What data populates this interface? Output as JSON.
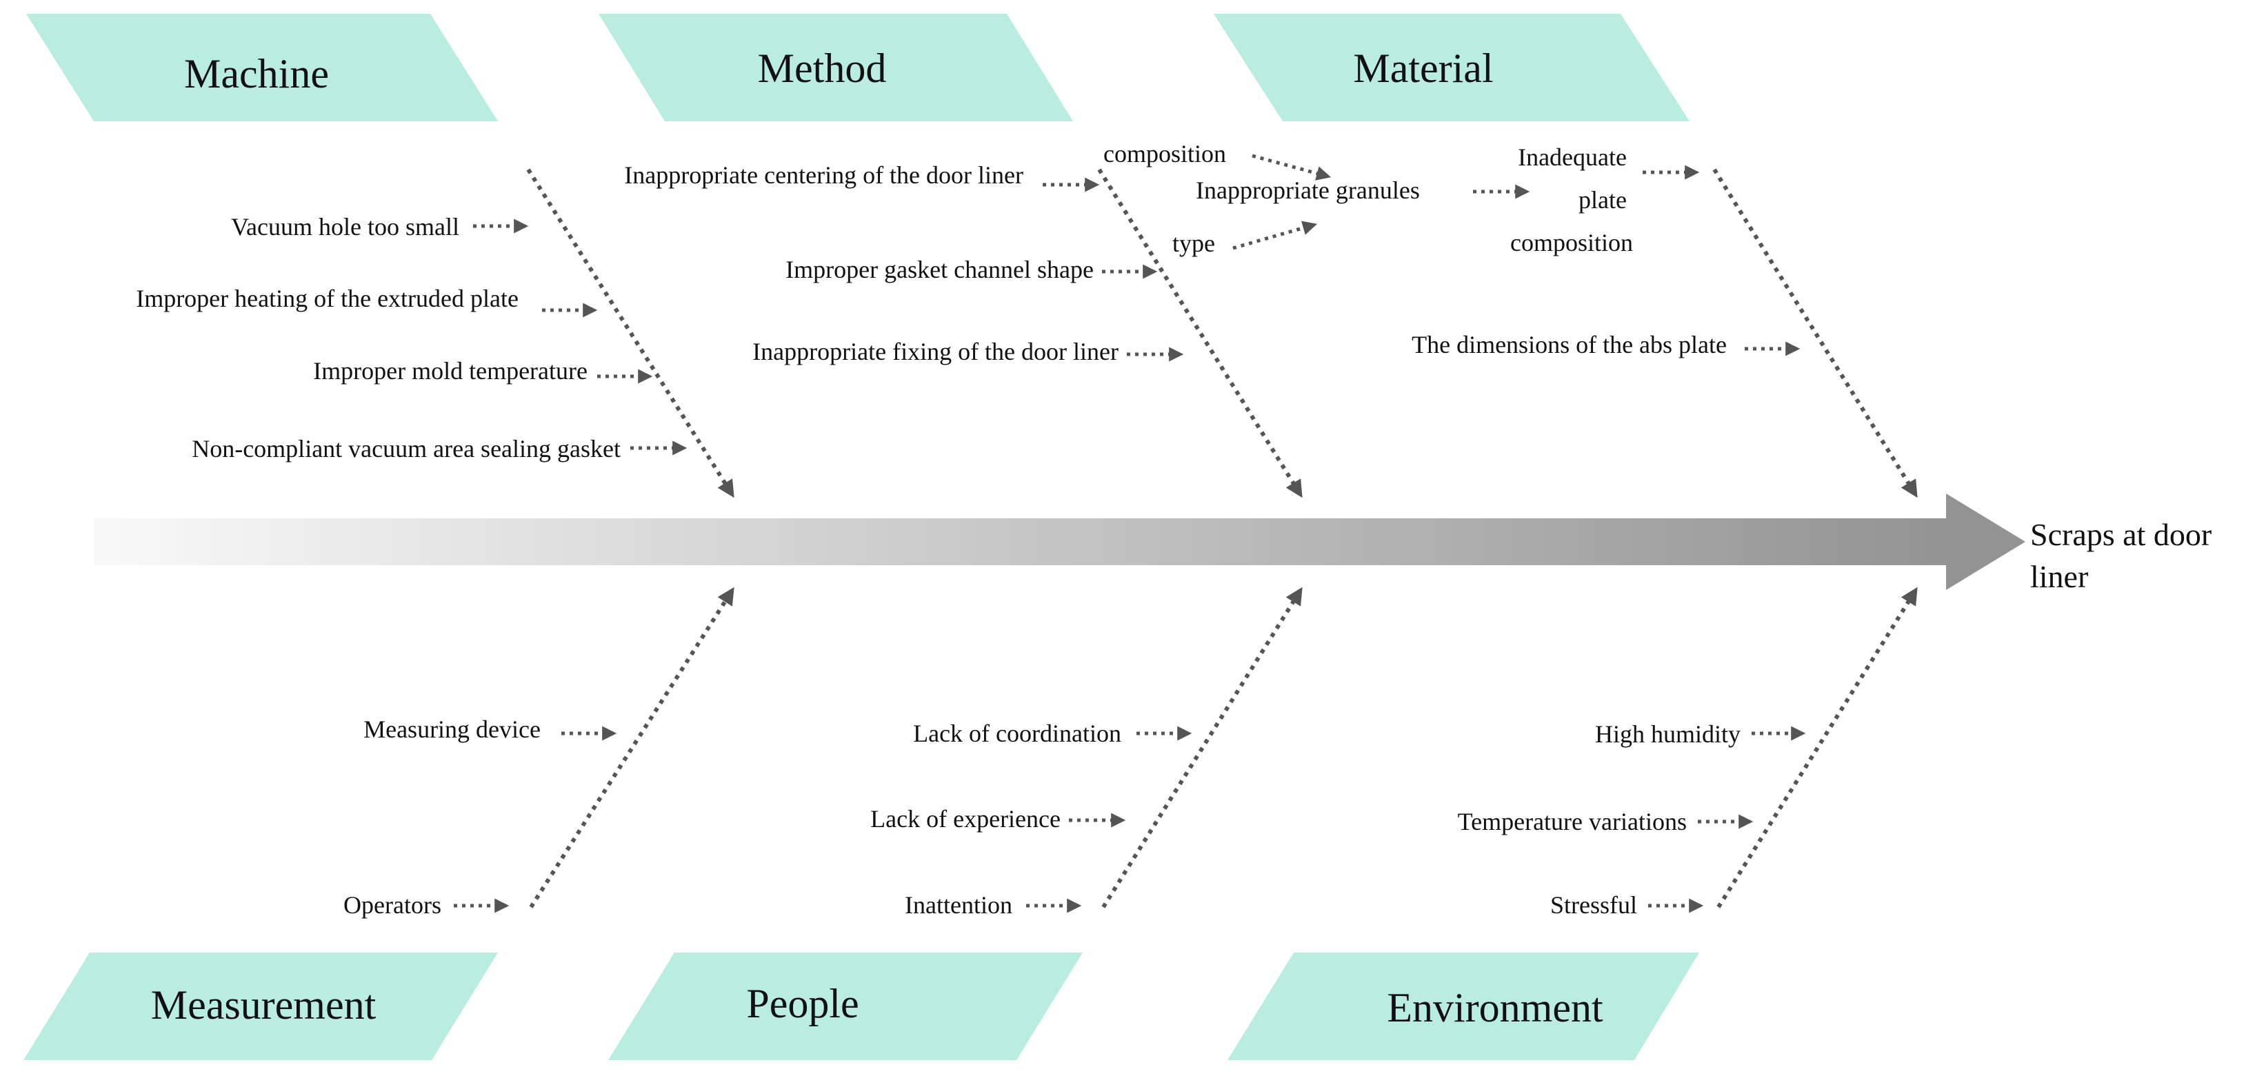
{
  "colors": {
    "category_fill": "#b8ede0",
    "arrow_dark": "#939393",
    "arrow_light": "#f9f9f9",
    "bone": "#555555",
    "text": "#111111"
  },
  "effect": {
    "line1": "Scraps at door",
    "line2": "liner"
  },
  "categories": {
    "machine": "Machine",
    "method": "Method",
    "material": "Material",
    "measurement": "Measurement",
    "people": "People",
    "environment": "Environment"
  },
  "causes": {
    "machine": [
      "Vacuum hole too small",
      "Improper heating of the extruded plate",
      "Improper mold temperature",
      "Non-compliant vacuum area sealing gasket"
    ],
    "method": [
      "Inappropriate centering of the door liner",
      "Improper gasket channel shape",
      "Inappropriate fixing of the door liner"
    ],
    "material": {
      "composition": "composition",
      "type": "type",
      "granules": "Inappropriate granules",
      "inadequate_1": "Inadequate",
      "inadequate_2": "plate",
      "inadequate_3": "composition",
      "dimensions": "The dimensions of the abs plate"
    },
    "measurement": [
      "Measuring device",
      "Operators"
    ],
    "people": [
      "Lack of coordination",
      "Lack of experience",
      "Inattention"
    ],
    "environment": [
      "High humidity",
      "Temperature variations",
      "Stressful"
    ]
  }
}
